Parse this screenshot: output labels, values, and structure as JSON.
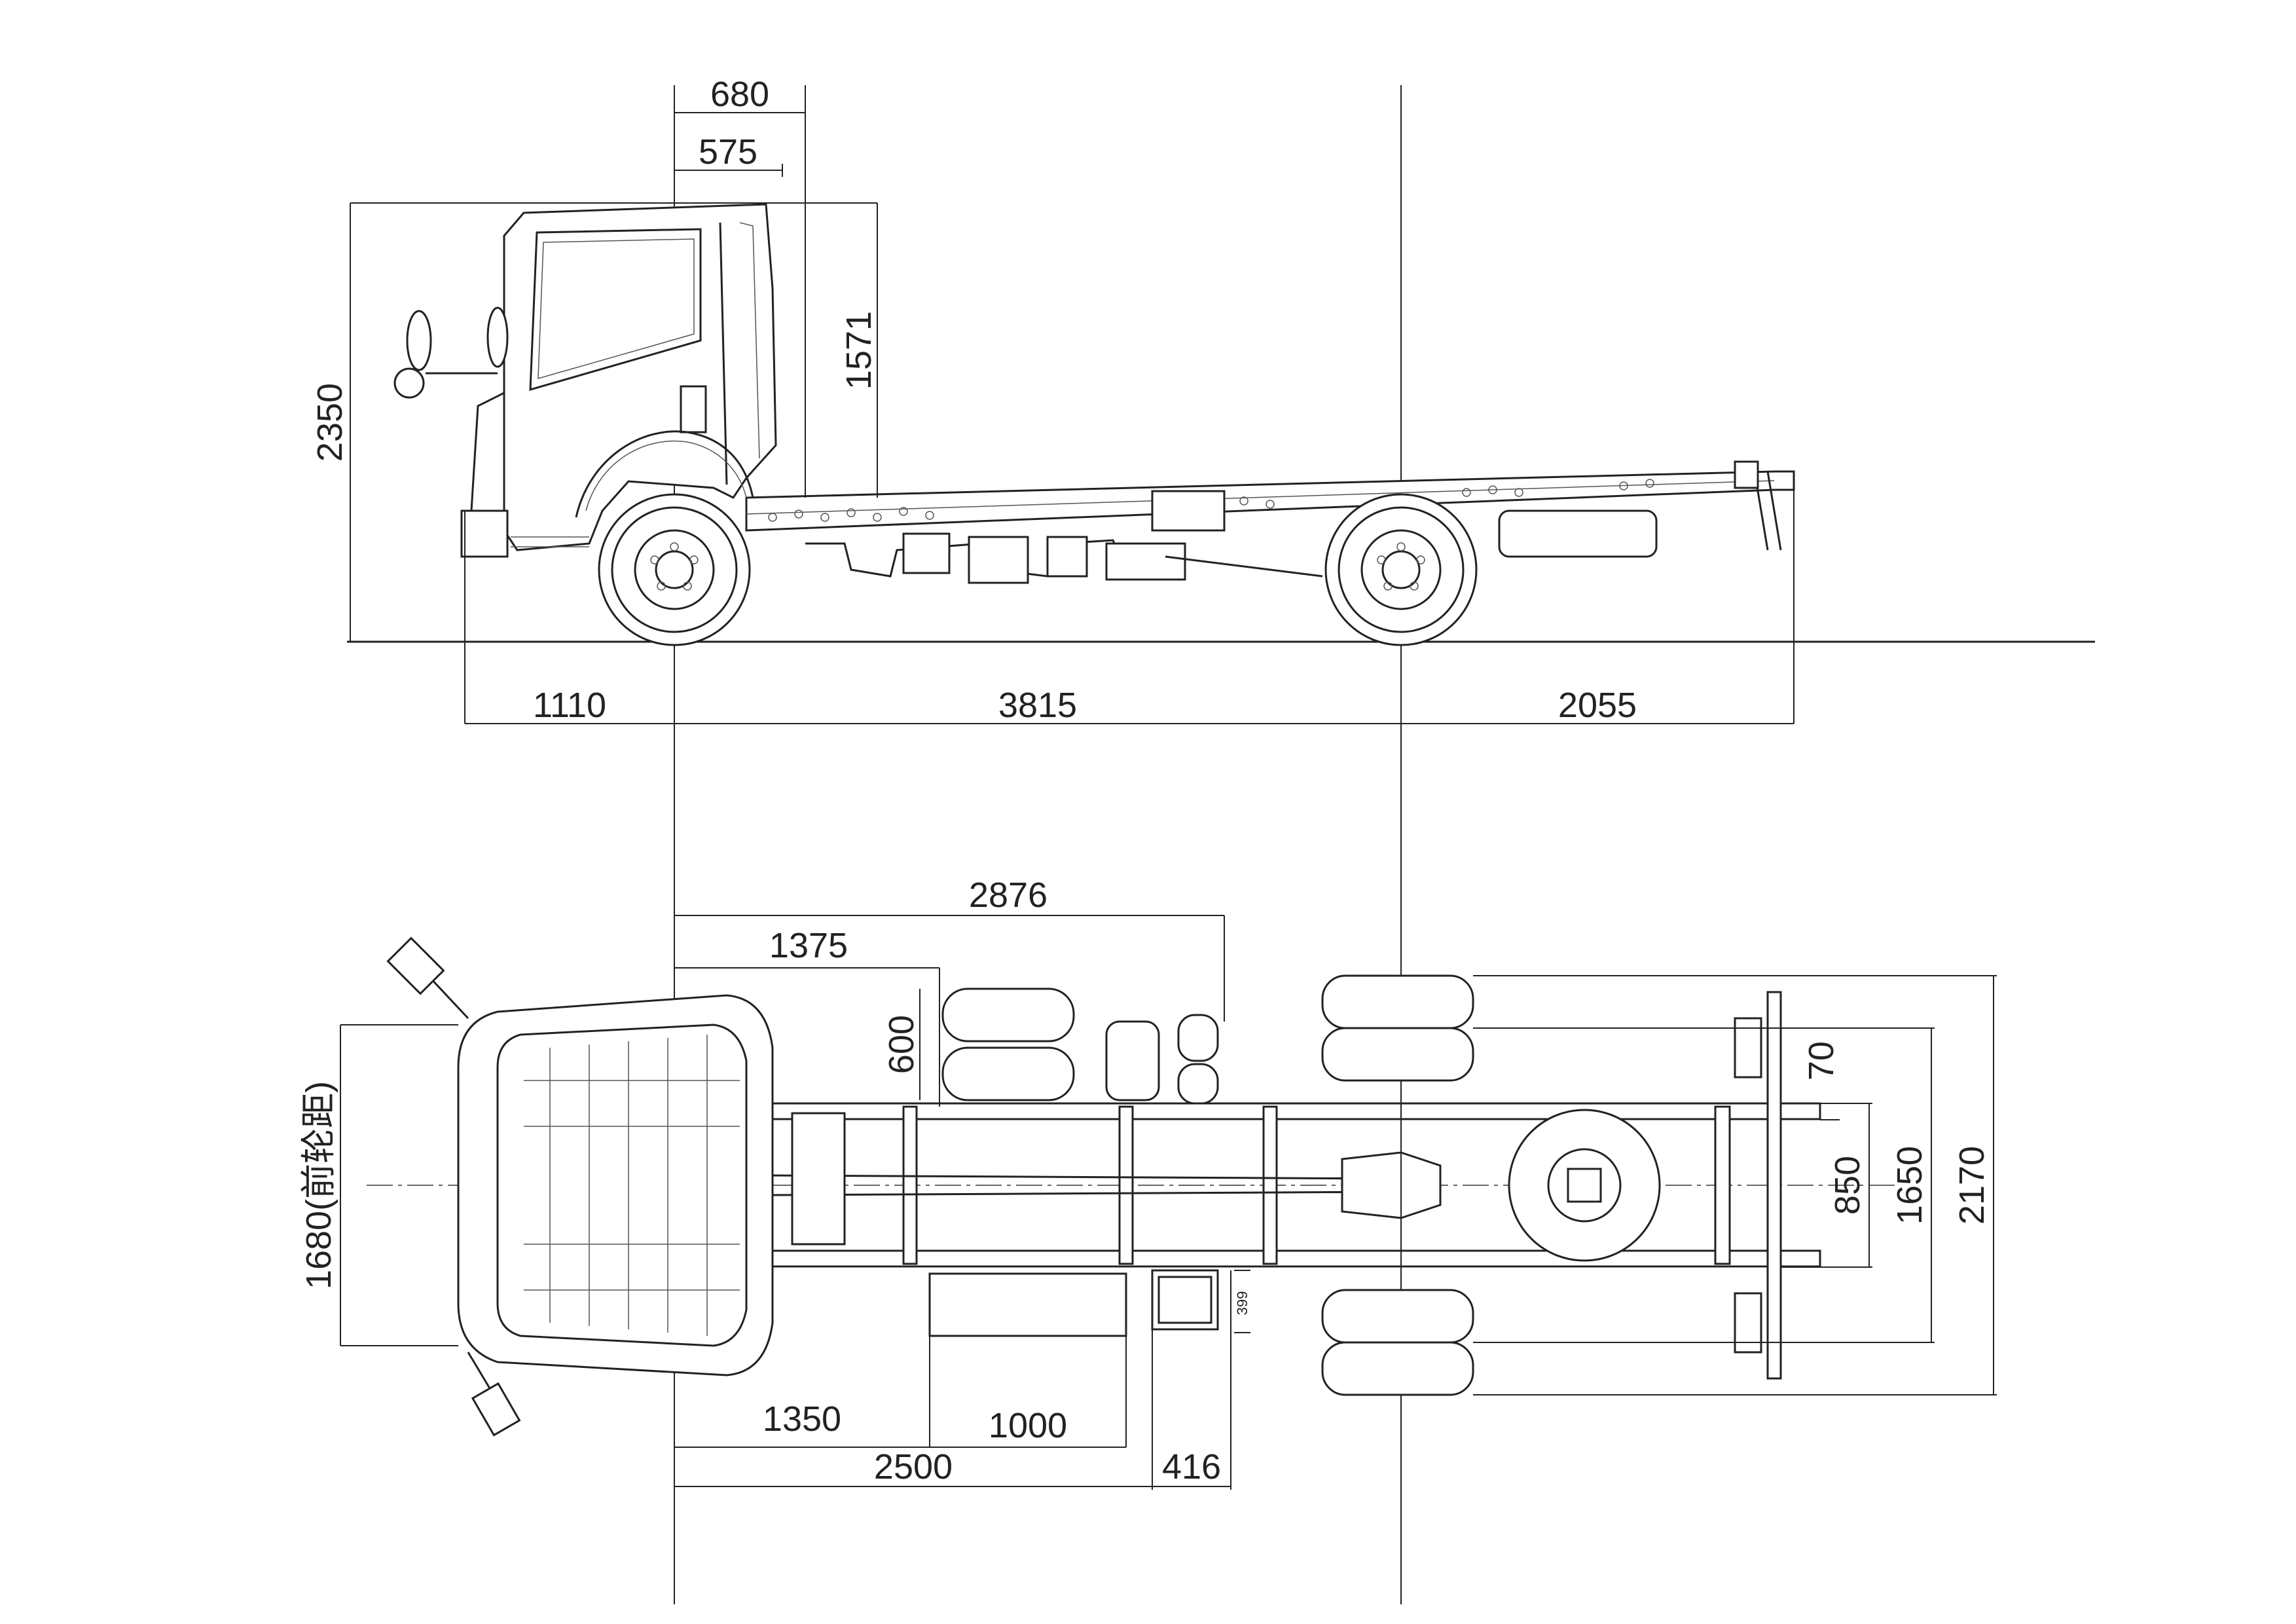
{
  "side_view": {
    "dimensions": {
      "cab_to_frame": "680",
      "cab_back": "575",
      "frame_height": "1571",
      "overall_height": "2350",
      "front_overhang": "1110",
      "wheelbase": "3815",
      "rear_overhang": "2055"
    }
  },
  "top_view": {
    "dimensions": {
      "exhaust_pos": "2876",
      "tank_pos": "1375",
      "tank_width": "600",
      "front_track": "1680(前轮距)",
      "battery_pos": "1350",
      "battery_len": "1000",
      "fuel_pos": "2500",
      "fuel_len": "416",
      "small_gap": "399",
      "frame_offset": "70",
      "frame_width": "850",
      "rear_track": "1650",
      "overall_width": "2170"
    }
  }
}
